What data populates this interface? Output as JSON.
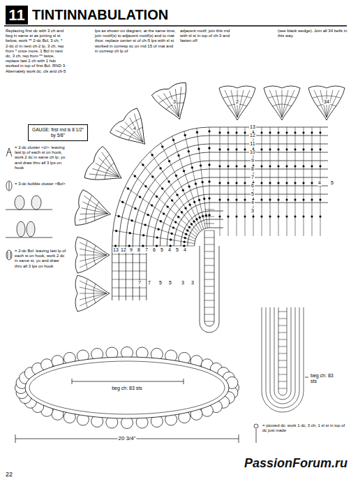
{
  "diagram": {
    "title": "TINTINNABULATION",
    "nodes": [
      {
        "text": [
          "GAUGE: first rnd is 8 1/2\" by 5/8\""
        ]
      },
      {
        "text": [
          "beg ch: 83 sts"
        ]
      }
    ],
    "labels": [
      "11",
      "Replacing first dc with 3 ch and beg in same st as joining sl st below, work ** 2-dc Bcl, 3 ch, * 2-dc cl in next ch-2 lp, 3 ch, rep from * once more, 1 Bcl in next dc, 3 ch, rep from ** twice, replace last 2 ch with 1 hdc worked in top of first Bcl. RND 3: Alternately work dc, cls and ch-5",
      "lps as shown on diagram; at the same time, join motif(s) to adjacent motif(s) and to mat thus: replace center st of ch-5 lps with sl st worked in corresp sc on rnd 15 of mat and in corresp ch lp of",
      "adjacent motif; join this rnd with sl st in top of ch-3 and fasten off",
      "(see black wedge). Join all 34 bells in this way.",
      "3",
      "2",
      "34",
      "4",
      "13",
      "12",
      "11",
      "10",
      "9",
      "8",
      "7",
      "6",
      "5",
      "4",
      "3",
      "13",
      "12",
      "9",
      "8",
      "7",
      "6",
      "5",
      "4",
      "5",
      "4",
      "7",
      "7",
      "5",
      "5",
      "3",
      "3",
      "4",
      "5",
      "beg ch: 83 sts",
      "20 3/4\"",
      "22",
      "PassionForum.ru"
    ],
    "legend": [
      {
        "text": "= 2-dc cluster <cl>: leaving last lp of each st on hook, work 2 dc in same ch lp, yo and draw thru all 3 lps on hook"
      },
      {
        "text": "= 3-dc bobble cluster <Bcl>"
      },
      {
        "text": "= 2-dc Bcl: leaving last lp of each st on hook, work 2 dc in same st, yo and draw thru all 3 lps on hook"
      },
      {
        "text": "= picoted dc: work 1 dc, 3 ch, 1 sl st in top of dc just made"
      }
    ]
  }
}
